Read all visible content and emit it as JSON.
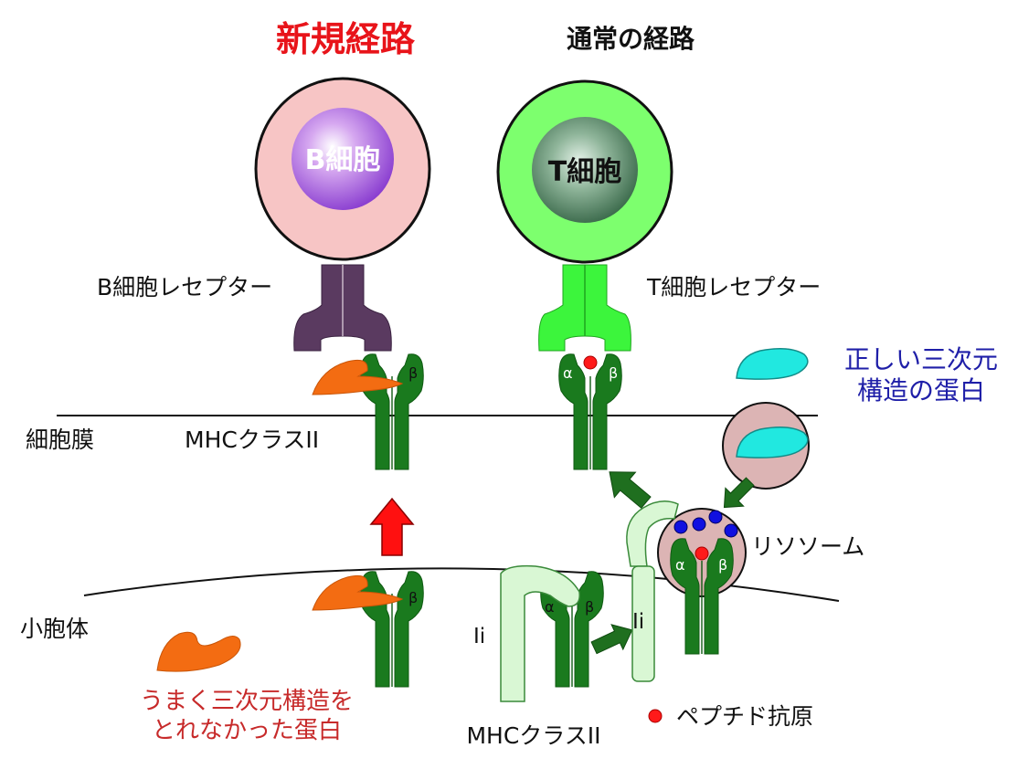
{
  "titles": {
    "new_pathway": "新規経路",
    "normal_pathway": "通常の経路"
  },
  "cells": {
    "b_cell": "B細胞",
    "t_cell": "T細胞"
  },
  "receptors": {
    "b_cell_receptor": "B細胞レセプター",
    "t_cell_receptor": "T細胞レセプター"
  },
  "membranes": {
    "cell_membrane": "細胞膜",
    "er": "小胞体"
  },
  "mhc": {
    "upper_label": "MHCクラスII",
    "lower_label": "MHCクラスII",
    "alpha": "α",
    "beta": "β"
  },
  "invariant_chain": "Ii",
  "lysosome": "リソソーム",
  "correct_protein": {
    "line1": "正しい三次元",
    "line2": "構造の蛋白"
  },
  "misfolded_protein": {
    "line1": "うまく三次元構造を",
    "line2": "とれなかった蛋白"
  },
  "legend": {
    "peptide_antigen": "ペプチド抗原"
  },
  "colors": {
    "title_red": "#e8141a",
    "mhc_green": "#1a7a1e",
    "bcr_purple": "#5a3a60",
    "tcr_green": "#3cf53c",
    "misfolded_orange": "#f36c12",
    "correct_cyan": "#21e8e0",
    "ii_light_green": "#d9f7d4",
    "peptide_red": "#ff1a1a",
    "lysosome_pink": "#dcb4b4",
    "arrow_green": "#1f6f1f",
    "upward_arrow_red": "#ff1010",
    "blue_text": "#1f1fa8",
    "dark_red_text": "#c72a2a"
  }
}
